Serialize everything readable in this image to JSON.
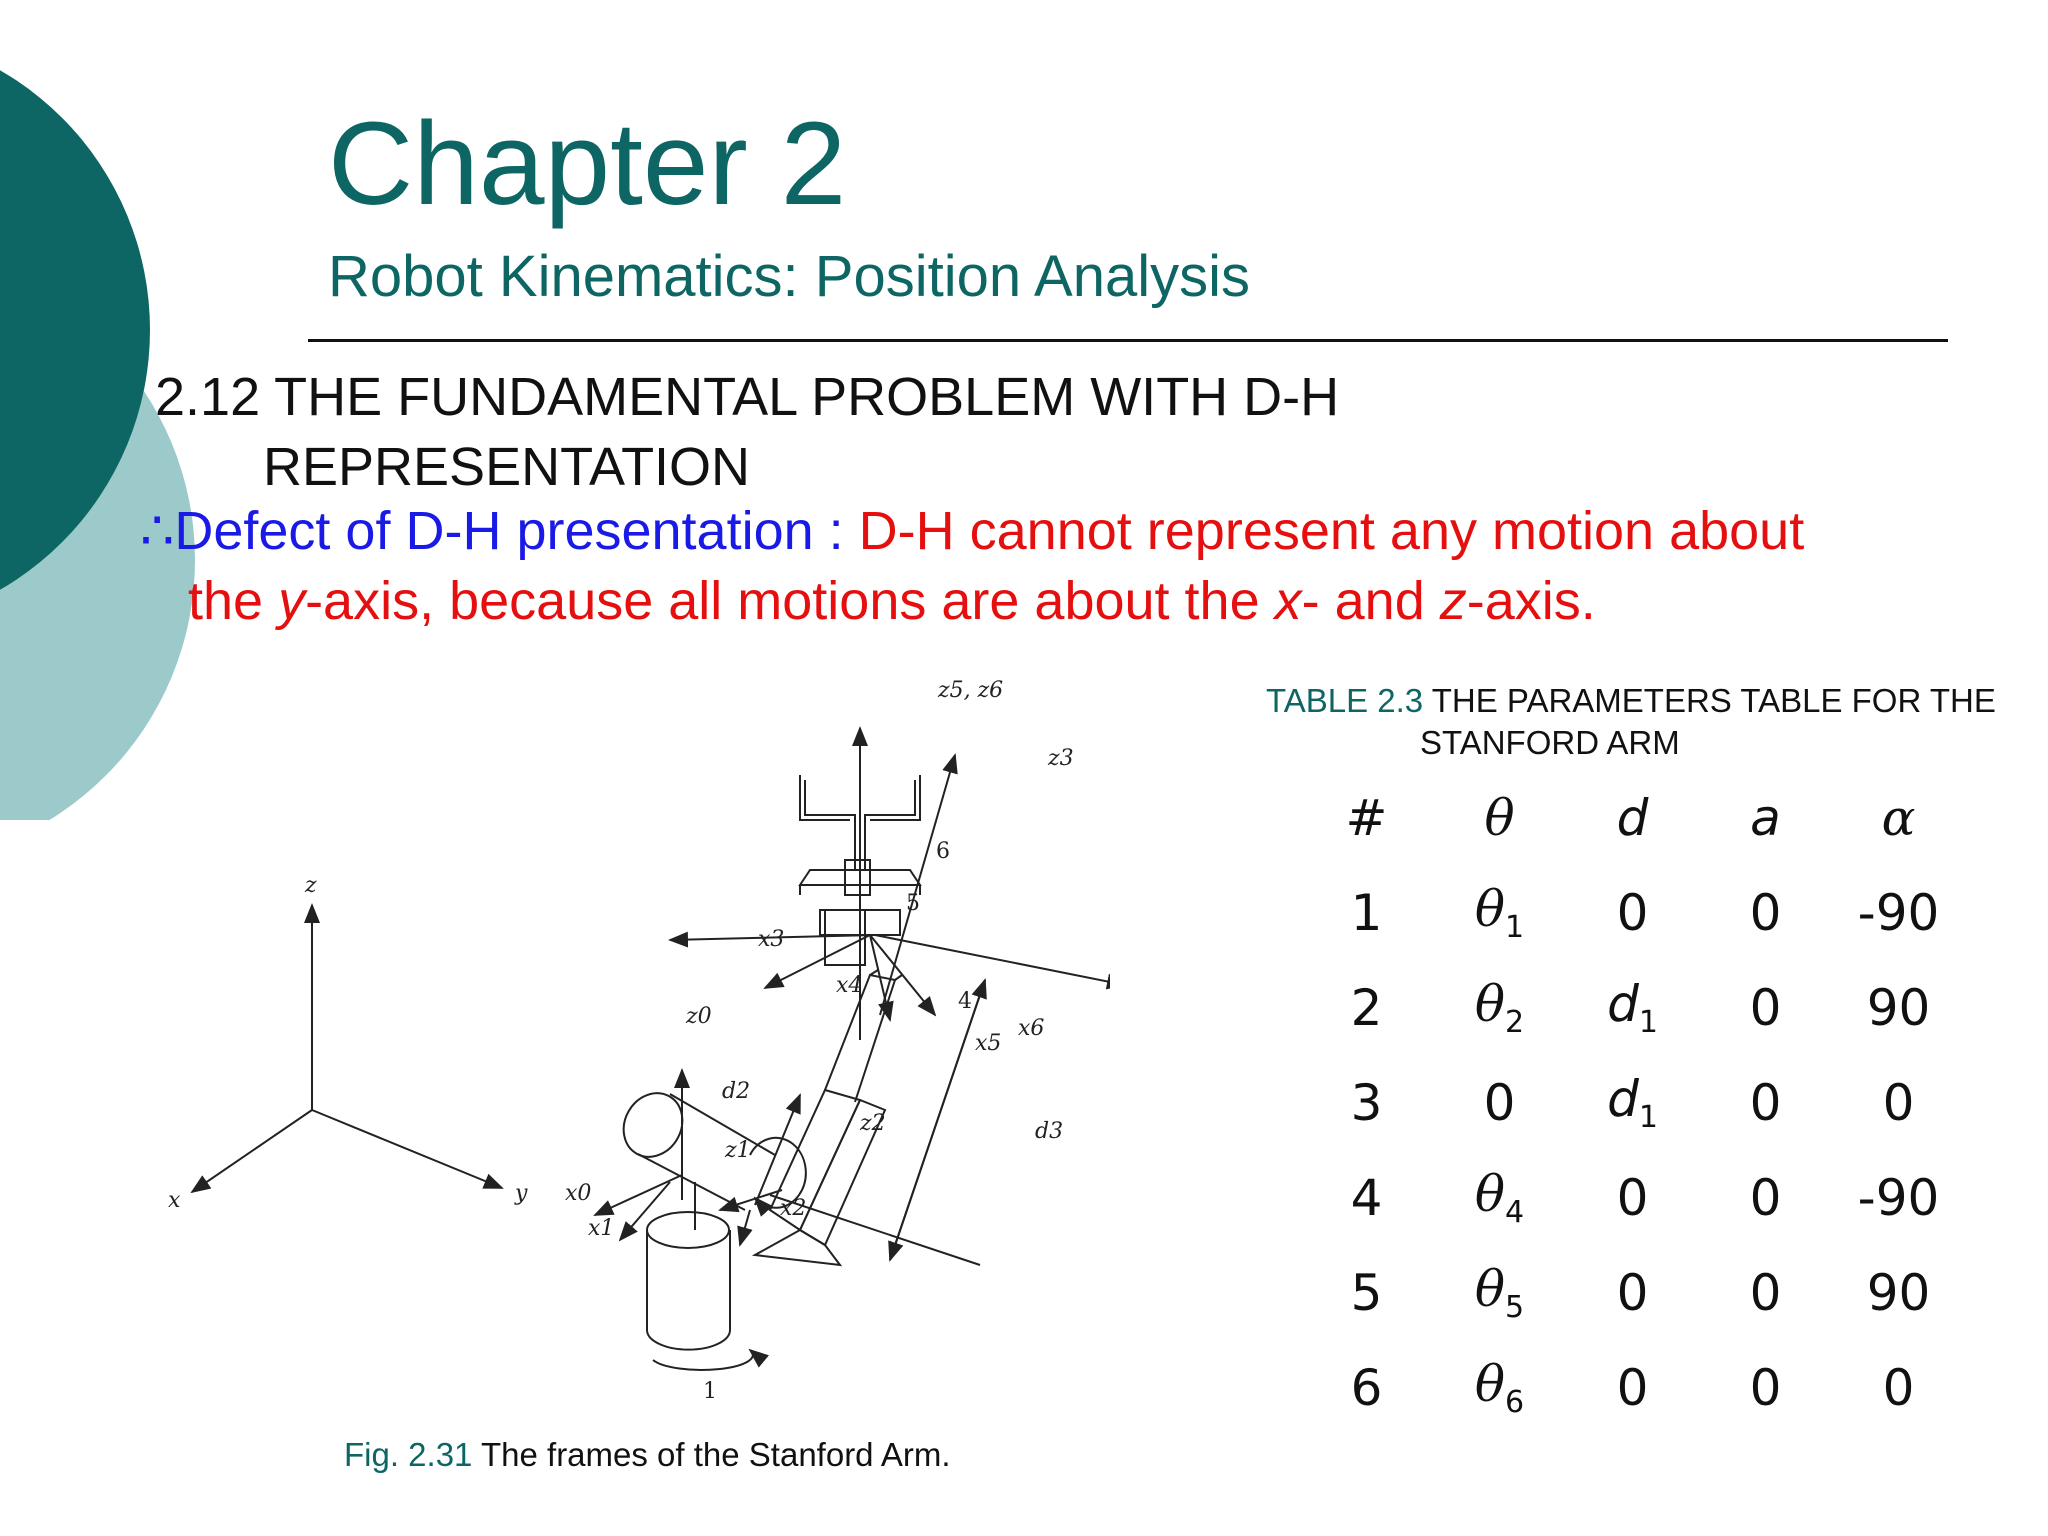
{
  "header": {
    "title": "Chapter 2",
    "subtitle": "Robot Kinematics: Position Analysis"
  },
  "section": {
    "line1": "2.12 THE FUNDAMENTAL PROBLEM WITH D-H",
    "line2": "REPRESENTATION"
  },
  "defect": {
    "symbol": "∴",
    "label": "Defect of D-H presentation : ",
    "statement_1": "D-H cannot represent any motion about",
    "statement_2a": "the ",
    "statement_2_y": "y",
    "statement_2b": "-axis, because all motions are about the ",
    "statement_2_x": "x",
    "statement_2c": "- and ",
    "statement_2_z": "z",
    "statement_2d": "-axis."
  },
  "table": {
    "caption_number": "TABLE 2.3",
    "caption_text_1": " THE PARAMETERS TABLE FOR THE",
    "caption_text_2": "STANFORD ARM",
    "headers": [
      "#",
      "θ",
      "d",
      "a",
      "α"
    ],
    "rows": [
      [
        "1",
        "θ1",
        "0",
        "0",
        "-90"
      ],
      [
        "2",
        "θ2",
        "d1",
        "0",
        "90"
      ],
      [
        "3",
        "0",
        "d1",
        "0",
        "0"
      ],
      [
        "4",
        "θ4",
        "0",
        "0",
        "-90"
      ],
      [
        "5",
        "θ5",
        "0",
        "0",
        "90"
      ],
      [
        "6",
        "θ6",
        "0",
        "0",
        "0"
      ]
    ]
  },
  "figure": {
    "caption_number": "Fig. 2.31",
    "caption_text": " The frames of the Stanford Arm.",
    "labels": {
      "z": "z",
      "x": "x",
      "y": "y",
      "z0": "z0",
      "x0": "x0",
      "x1": "x1",
      "z1": "z1",
      "x2": "x2",
      "z2": "z2",
      "d2": "d2",
      "d3": "d3",
      "z56": "z5, z6",
      "z3": "z3",
      "x3": "x3",
      "x4": "x4",
      "z4": "z4",
      "x5": "x5",
      "x6": "x6",
      "n1": "1",
      "n4": "4",
      "n5": "5",
      "n6": "6"
    }
  },
  "colors": {
    "teal": "#0d6663",
    "light_teal": "#9ccaca",
    "blue": "#1a1ae6",
    "red": "#e60f0f"
  }
}
